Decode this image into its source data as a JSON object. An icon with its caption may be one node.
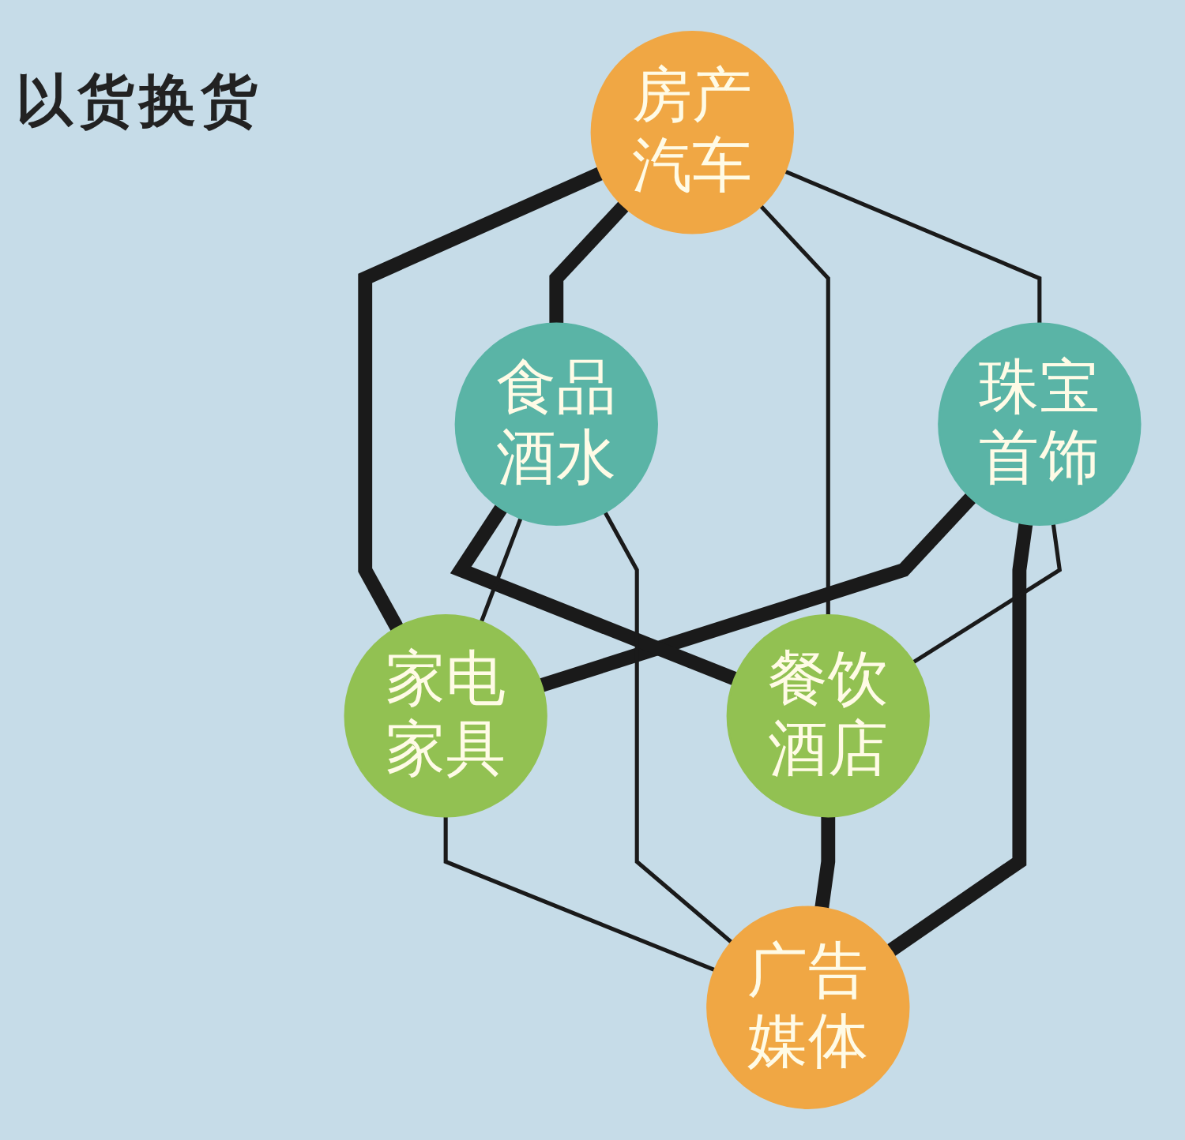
{
  "diagram": {
    "nodes": [
      {
        "text": [
          "房产汽车"
        ]
      },
      {
        "text": [
          "食品酒水"
        ]
      },
      {
        "text": [
          "家电家具"
        ]
      },
      {
        "text": [
          "餐饮酒店"
        ]
      },
      {
        "text": [
          "珠宝首饰"
        ]
      },
      {
        "text": [
          "广告媒体"
        ]
      }
    ],
    "edges": [
      {
        "from": 0,
        "to": 2,
        "arrow": "none",
        "style": "thick"
      },
      {
        "from": 4,
        "to": 2,
        "arrow": "none",
        "style": "thick"
      },
      {
        "from": 4,
        "to": 5,
        "arrow": "none",
        "style": "thick"
      },
      {
        "from": 3,
        "to": 5,
        "arrow": "none",
        "style": "thick"
      },
      {
        "from": 1,
        "to": 3,
        "arrow": "none",
        "style": "thick"
      },
      {
        "from": 0,
        "to": 1,
        "arrow": "none",
        "style": "thick"
      },
      {
        "from": 0,
        "to": 3,
        "arrow": "none"
      },
      {
        "from": 0,
        "to": 4,
        "arrow": "none"
      },
      {
        "from": 4,
        "to": 3,
        "arrow": "none"
      },
      {
        "from": 1,
        "to": 2,
        "arrow": "none"
      },
      {
        "from": 1,
        "to": 5,
        "arrow": "none"
      },
      {
        "from": 2,
        "to": 5,
        "arrow": "none"
      }
    ],
    "labels": [
      "以货换货"
    ]
  }
}
